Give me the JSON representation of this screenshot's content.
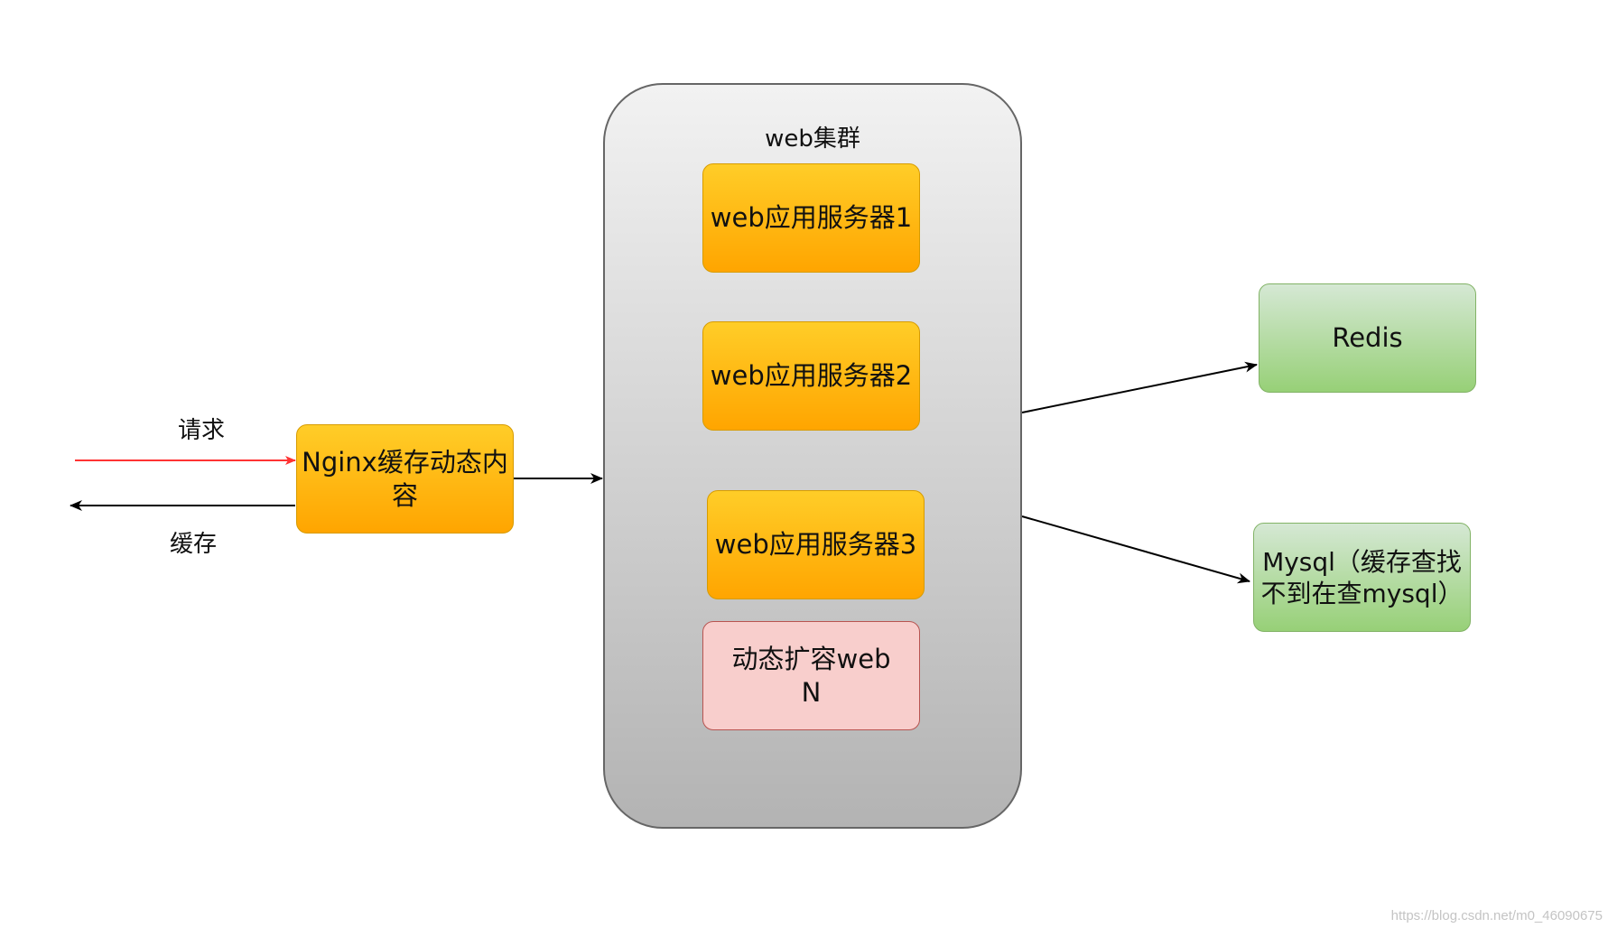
{
  "cluster": {
    "title": "web集群"
  },
  "nodes": {
    "web1": "web应用服务器1",
    "web2": "web应用服务器2",
    "web3": "web应用服务器3",
    "webn_line1": "动态扩容web",
    "webn_line2": "N",
    "nginx_line1": "Nginx缓存动态内",
    "nginx_line2": "容",
    "redis": "Redis",
    "mysql_line1": "Mysql（缓存查找",
    "mysql_line2": "不到在查mysql）"
  },
  "edges": {
    "request": "请求",
    "cache": "缓存"
  },
  "colors": {
    "request_arrow": "#ff3333",
    "arrow": "#000000"
  },
  "watermark": "https://blog.csdn.net/m0_46090675"
}
